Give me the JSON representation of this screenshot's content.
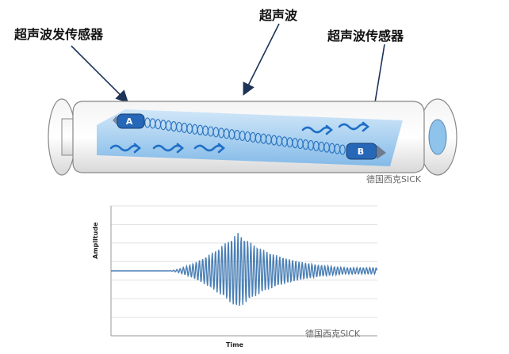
{
  "labels": {
    "transmitter": "超声波发传感器",
    "wave": "超声波",
    "receiver": "超声波传感器"
  },
  "sensors": {
    "a": "A",
    "b": "B"
  },
  "watermarks": {
    "top": "德国西克SICK",
    "bottom": "德国西克SICK"
  },
  "chart_data": {
    "type": "line",
    "xlabel": "Time",
    "ylabel": "Amplitude",
    "grid": true,
    "legend": "none"
  },
  "colors": {
    "pipe_fill": "#a8d0f0",
    "wave_blue": "#2a74c0",
    "signal_line": "#4a7fb5",
    "grid_line": "#e0e0e0"
  }
}
